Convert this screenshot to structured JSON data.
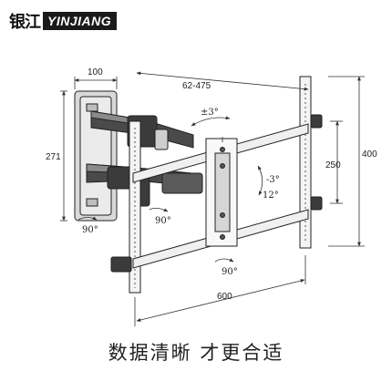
{
  "brand": {
    "name_cn": "银江",
    "name_en": "YINJIANG"
  },
  "dimensions": {
    "depth_min": "100",
    "extension_range": "62-475",
    "wall_plate_height": "271",
    "vesa_width": "600",
    "vesa_height_inner": "250",
    "vesa_height_outer": "400"
  },
  "angles": {
    "level_adjust": "±3°",
    "tilt_up": "-3°",
    "tilt_down": "12°",
    "swivel_wall_arm": "90°",
    "swivel_mid_arm": "90°",
    "swivel_head": "90°"
  },
  "caption": "数据清晰  才更合适"
}
